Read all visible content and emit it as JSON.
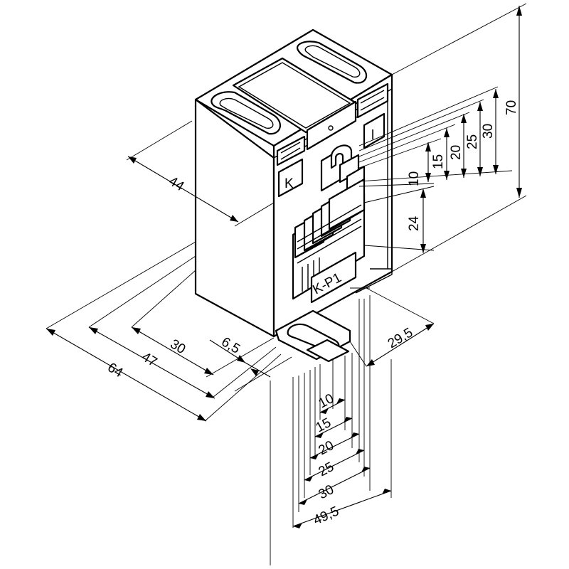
{
  "markings": {
    "terminal_k": "K",
    "terminal_l": "l",
    "model": "K-P1"
  },
  "dimensions": {
    "d44": "44",
    "d70": "70",
    "d30_right": "30",
    "d25_right": "25",
    "d20_right": "20",
    "d15_right": "15",
    "d10_right": "10",
    "d24": "24",
    "d30_left": "30",
    "d6_5": "6,5",
    "d47": "47",
    "d64": "64",
    "d29_5": "29,5",
    "d10_bottom": "10",
    "d15_bottom": "15",
    "d20_bottom": "20",
    "d25_bottom": "25",
    "d30_bottom": "30",
    "d49_5": "49,5"
  }
}
